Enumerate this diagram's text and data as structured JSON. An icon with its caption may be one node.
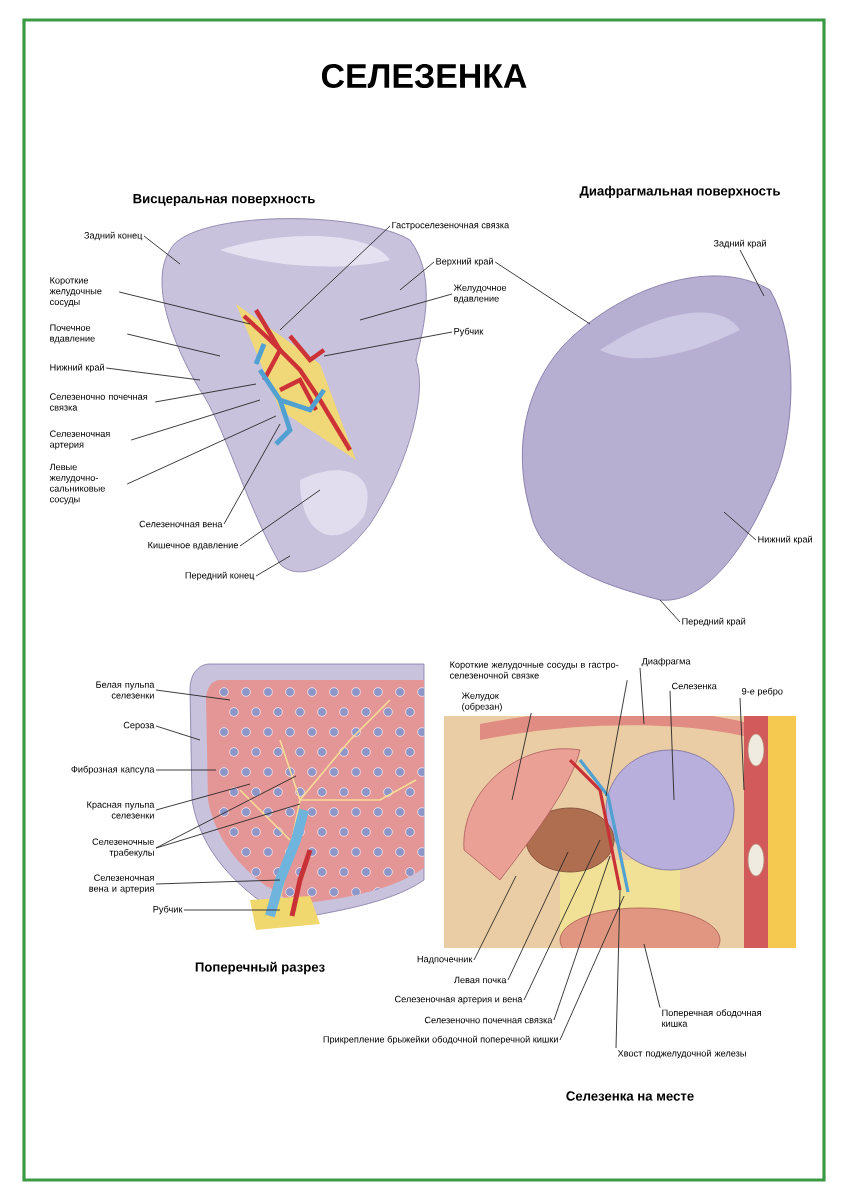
{
  "diagram": {
    "title": "СЕЛЕЗЕНКА",
    "nodes": [
      {
        "text": [
          "Задний конец"
        ]
      },
      {
        "text": [
          "Короткие желудочные сосуды"
        ]
      },
      {
        "text": [
          "Почечное вдавление"
        ]
      },
      {
        "text": [
          "Нижний край"
        ]
      },
      {
        "text": [
          "Селезеночно почечная связка"
        ]
      },
      {
        "text": [
          "Селезеночная артерия"
        ]
      },
      {
        "text": [
          "Левые желудочно-сальниковые сосуды"
        ]
      },
      {
        "text": [
          "Селезеночная вена"
        ]
      },
      {
        "text": [
          "Кишечное вдавление"
        ]
      },
      {
        "text": [
          "Передний конец"
        ]
      },
      {
        "text": [
          "Гастроселезеночная связка"
        ]
      },
      {
        "text": [
          "Верхний край"
        ]
      },
      {
        "text": [
          "Желудочное вдавление"
        ]
      },
      {
        "text": [
          "Рубчик"
        ]
      },
      {
        "text": [
          "Задний край"
        ]
      },
      {
        "text": [
          "Нижний край"
        ]
      },
      {
        "text": [
          "Передний край"
        ]
      },
      {
        "text": [
          "Белая пульпа селезенки"
        ]
      },
      {
        "text": [
          "Сероза"
        ]
      },
      {
        "text": [
          "Фиброзная капсула"
        ]
      },
      {
        "text": [
          "Красная пульпа селезенки"
        ]
      },
      {
        "text": [
          "Селезеночные трабекулы"
        ]
      },
      {
        "text": [
          "Селезеночная вена и артерия"
        ]
      },
      {
        "text": [
          "Рубчик"
        ]
      },
      {
        "text": [
          "Короткие желудочные сосуды в гастро-селезеночной связке"
        ]
      },
      {
        "text": [
          "Диафрагма"
        ]
      },
      {
        "text": [
          "Селезенка"
        ]
      },
      {
        "text": [
          "9-е ребро"
        ]
      },
      {
        "text": [
          "Желудок (обрезан)"
        ]
      },
      {
        "text": [
          "Надпочечник"
        ]
      },
      {
        "text": [
          "Левая почка"
        ]
      },
      {
        "text": [
          "Селезеночная артерия и вена"
        ]
      },
      {
        "text": [
          "Селезеночно почечная связка"
        ]
      },
      {
        "text": [
          "Прикрепление брыжейки ободочной поперечной кишки"
        ]
      },
      {
        "text": [
          "Поперечная ободочная кишка"
        ]
      },
      {
        "text": [
          "Хвост поджелудочной железы"
        ]
      },
      {
        "text": [],
        "shape": "picture"
      },
      {
        "text": [],
        "shape": "picture"
      },
      {
        "text": [],
        "shape": "picture"
      },
      {
        "text": [],
        "shape": "picture"
      }
    ],
    "edges": [
      {
        "from": 0,
        "to": 36,
        "arrow": "none"
      },
      {
        "from": 1,
        "to": 36,
        "arrow": "none"
      },
      {
        "from": 2,
        "to": 36,
        "arrow": "none"
      },
      {
        "from": 3,
        "to": 36,
        "arrow": "none"
      },
      {
        "from": 4,
        "to": 36,
        "arrow": "none"
      },
      {
        "from": 5,
        "to": 36,
        "arrow": "none"
      },
      {
        "from": 6,
        "to": 36,
        "arrow": "none"
      },
      {
        "from": 7,
        "to": 36,
        "arrow": "none"
      },
      {
        "from": 8,
        "to": 36,
        "arrow": "none"
      },
      {
        "from": 9,
        "to": 36,
        "arrow": "none"
      },
      {
        "from": 10,
        "to": 36,
        "arrow": "none"
      },
      {
        "from": 11,
        "to": 36,
        "arrow": "none"
      },
      {
        "from": 11,
        "to": 37,
        "arrow": "none"
      },
      {
        "from": 12,
        "to": 36,
        "arrow": "none"
      },
      {
        "from": 13,
        "to": 36,
        "arrow": "none"
      },
      {
        "from": 14,
        "to": 37,
        "arrow": "none"
      },
      {
        "from": 15,
        "to": 37,
        "arrow": "none"
      },
      {
        "from": 16,
        "to": 37,
        "arrow": "none"
      },
      {
        "from": 17,
        "to": 38,
        "arrow": "none"
      },
      {
        "from": 18,
        "to": 38,
        "arrow": "none"
      },
      {
        "from": 19,
        "to": 38,
        "arrow": "none"
      },
      {
        "from": 20,
        "to": 38,
        "arrow": "none"
      },
      {
        "from": 21,
        "to": 38,
        "arrow": "none"
      },
      {
        "from": 21,
        "to": 38,
        "arrow": "none"
      },
      {
        "from": 22,
        "to": 38,
        "arrow": "none"
      },
      {
        "from": 23,
        "to": 38,
        "arrow": "none"
      },
      {
        "from": 24,
        "to": 39,
        "arrow": "none"
      },
      {
        "from": 25,
        "to": 39,
        "arrow": "none"
      },
      {
        "from": 26,
        "to": 39,
        "arrow": "none"
      },
      {
        "from": 27,
        "to": 39,
        "arrow": "none"
      },
      {
        "from": 28,
        "to": 39,
        "arrow": "none"
      },
      {
        "from": 29,
        "to": 39,
        "arrow": "none"
      },
      {
        "from": 30,
        "to": 39,
        "arrow": "none"
      },
      {
        "from": 31,
        "to": 39,
        "arrow": "none"
      },
      {
        "from": 32,
        "to": 39,
        "arrow": "none"
      },
      {
        "from": 33,
        "to": 39,
        "arrow": "none"
      },
      {
        "from": 34,
        "to": 39,
        "arrow": "none"
      },
      {
        "from": 35,
        "to": 39,
        "arrow": "none"
      }
    ],
    "labels": [
      "Висцеральная поверхность",
      "Диафрагмальная поверхность",
      "Поперечный разрез",
      "Селезенка на месте"
    ]
  }
}
